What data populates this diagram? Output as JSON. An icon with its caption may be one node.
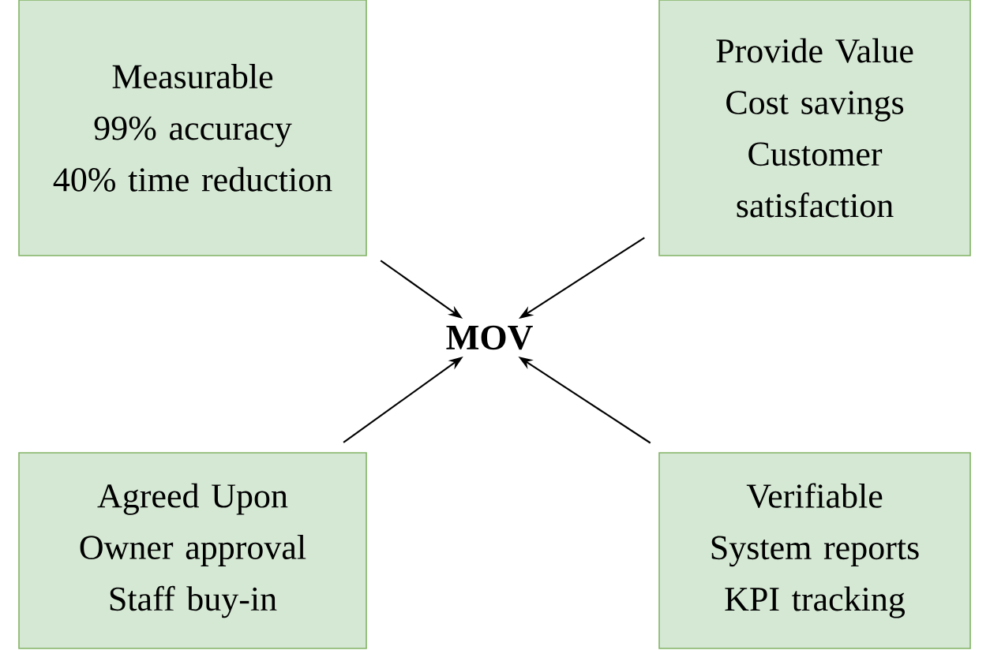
{
  "diagram": {
    "nodes": [
      {
        "text": [
          "Measurable",
          "99% accuracy",
          "40% time reduction"
        ]
      },
      {
        "text": [
          "Provide Value",
          "Cost savings",
          "Customer satisfaction"
        ]
      },
      {
        "text": [
          "MOV"
        ]
      },
      {
        "text": [
          "Agreed Upon",
          "Owner approval",
          "Staff buy-in"
        ]
      },
      {
        "text": [
          "Verifiable",
          "System reports",
          "KPI tracking"
        ]
      }
    ],
    "edges": [
      {
        "from": 0,
        "to": 2,
        "arrow": "to"
      },
      {
        "from": 1,
        "to": 2,
        "arrow": "to"
      },
      {
        "from": 3,
        "to": 2,
        "arrow": "to"
      },
      {
        "from": 4,
        "to": 2,
        "arrow": "to"
      }
    ]
  }
}
